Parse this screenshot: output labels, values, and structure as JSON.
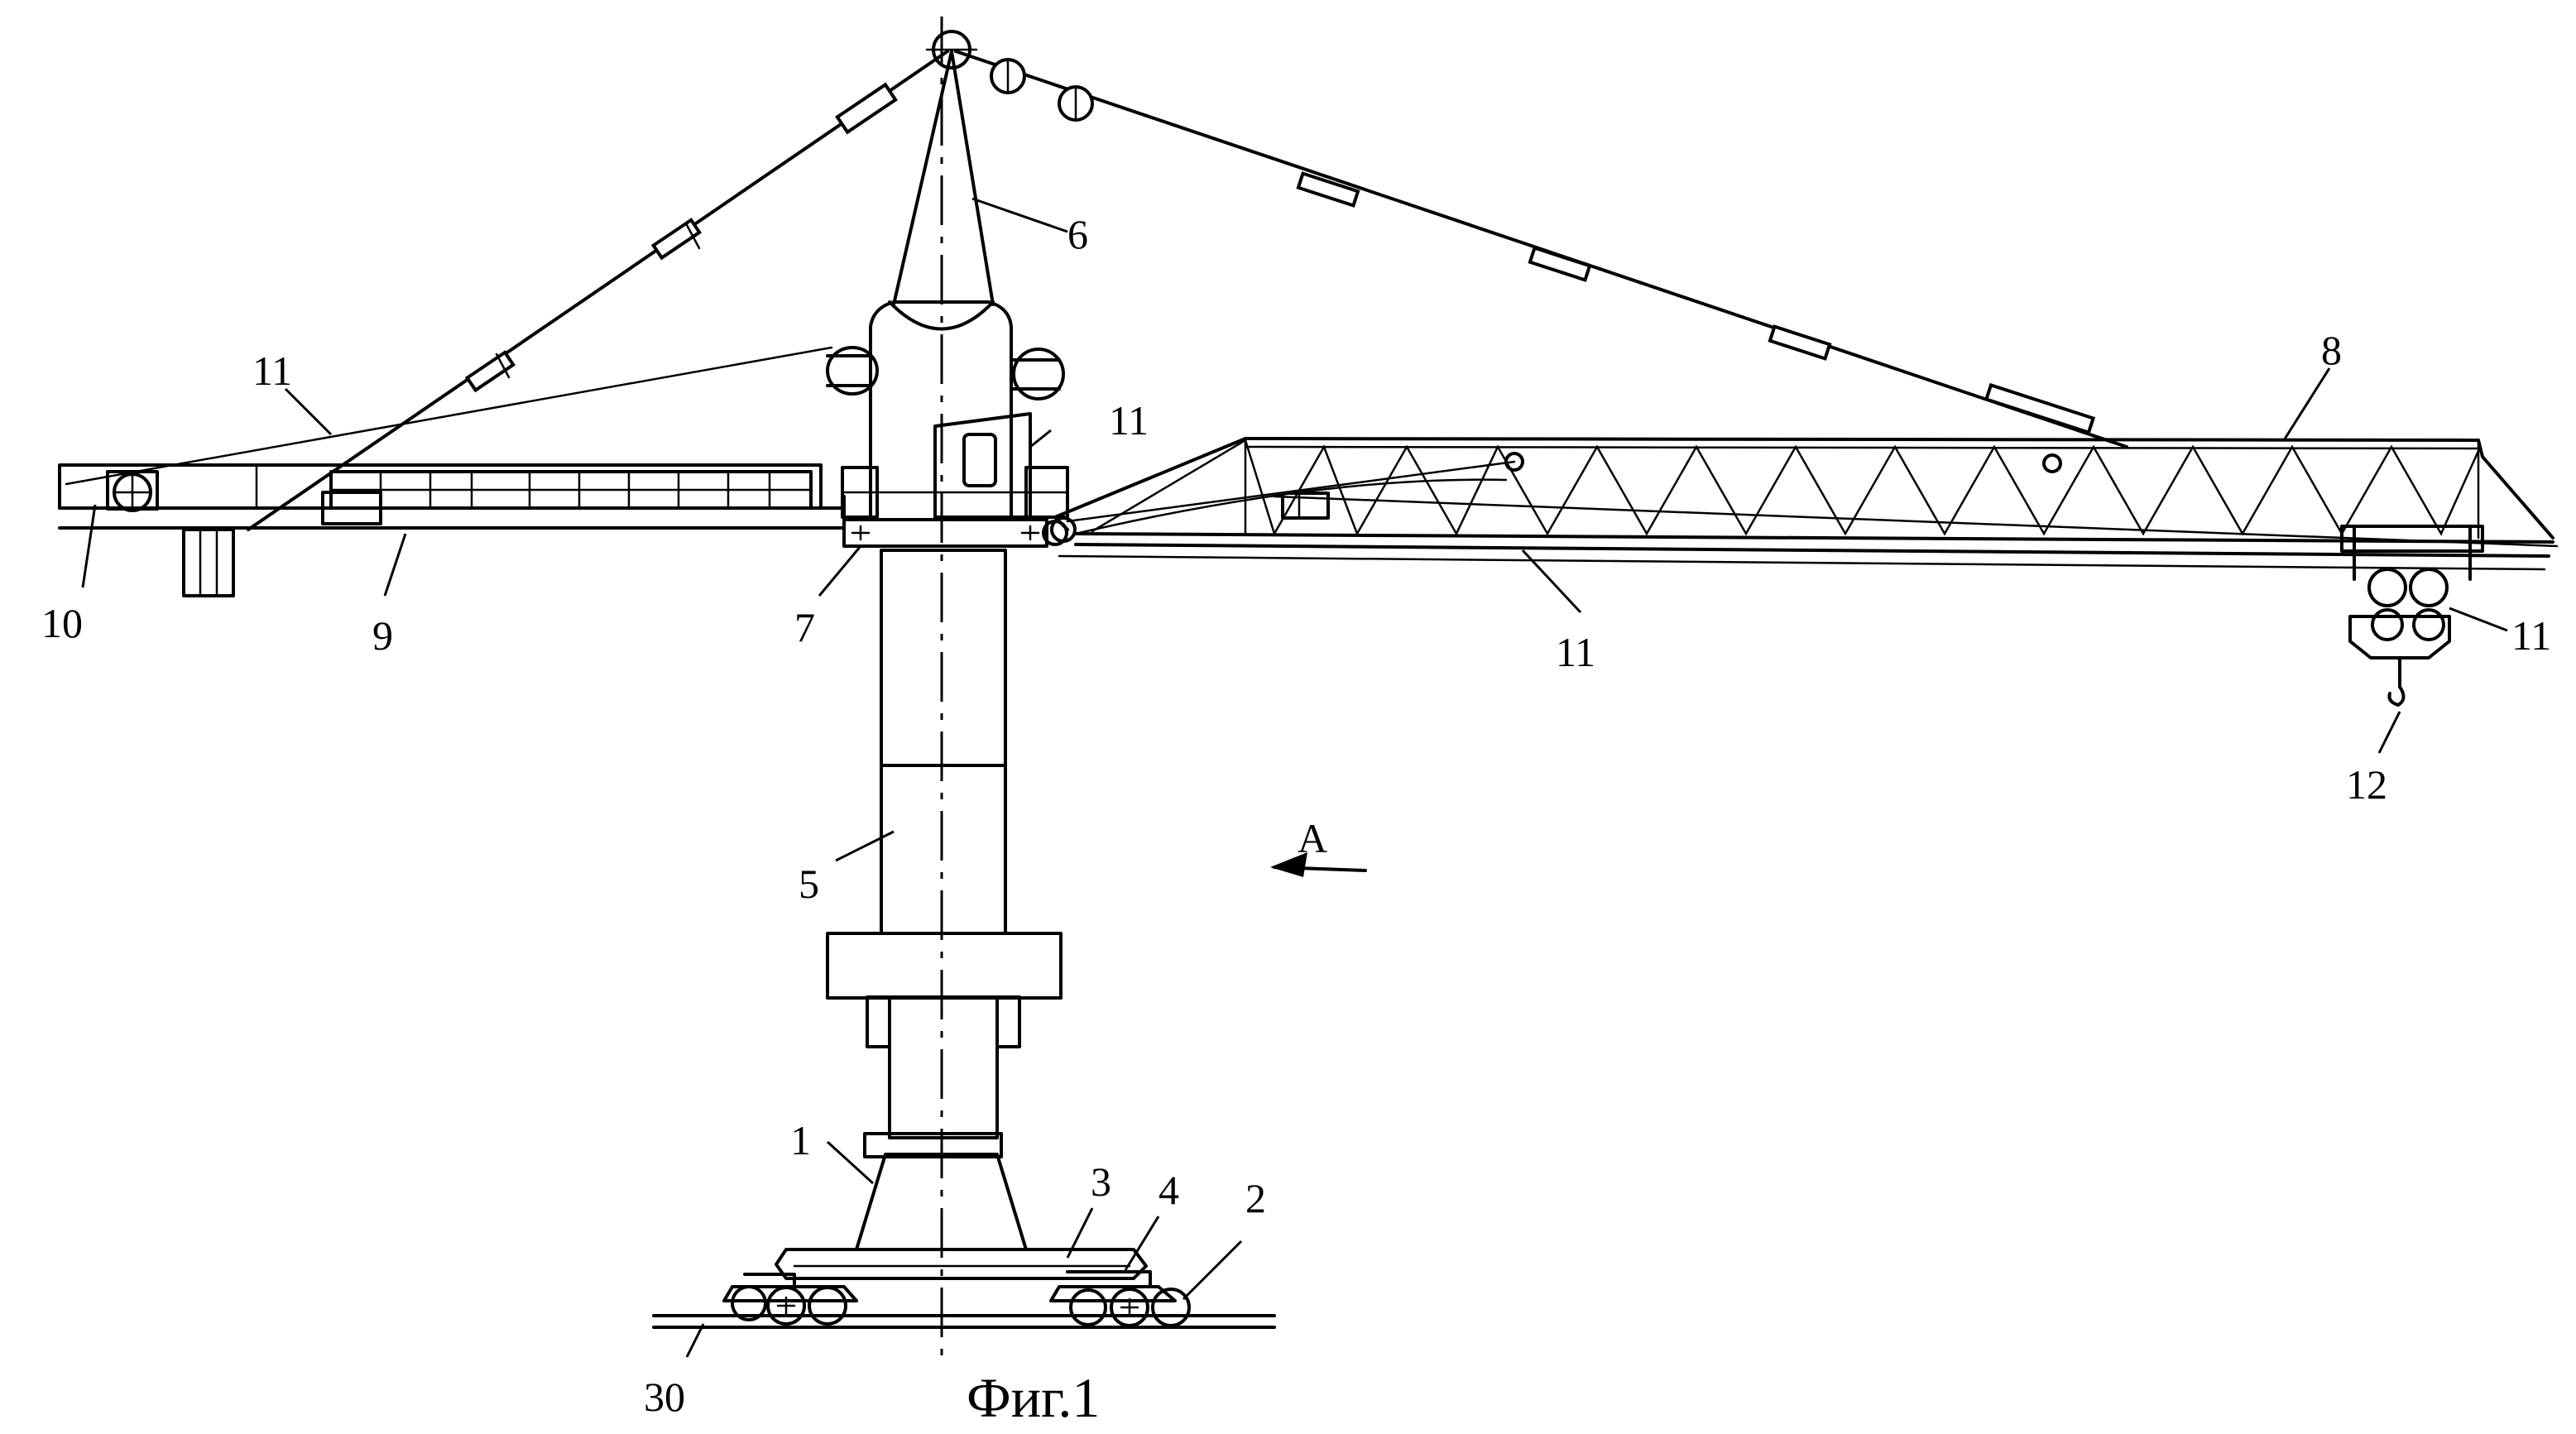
{
  "figure": {
    "caption": "Фиг.1",
    "view_marker": "A"
  },
  "labels": {
    "n1": "1",
    "n2": "2",
    "n3": "3",
    "n4": "4",
    "n5": "5",
    "n6": "6",
    "n7": "7",
    "n8": "8",
    "n9": "9",
    "n10": "10",
    "n11": "11",
    "n12": "12",
    "n30": "30"
  },
  "colors": {
    "ink": "#000000",
    "paper": "#ffffff"
  }
}
